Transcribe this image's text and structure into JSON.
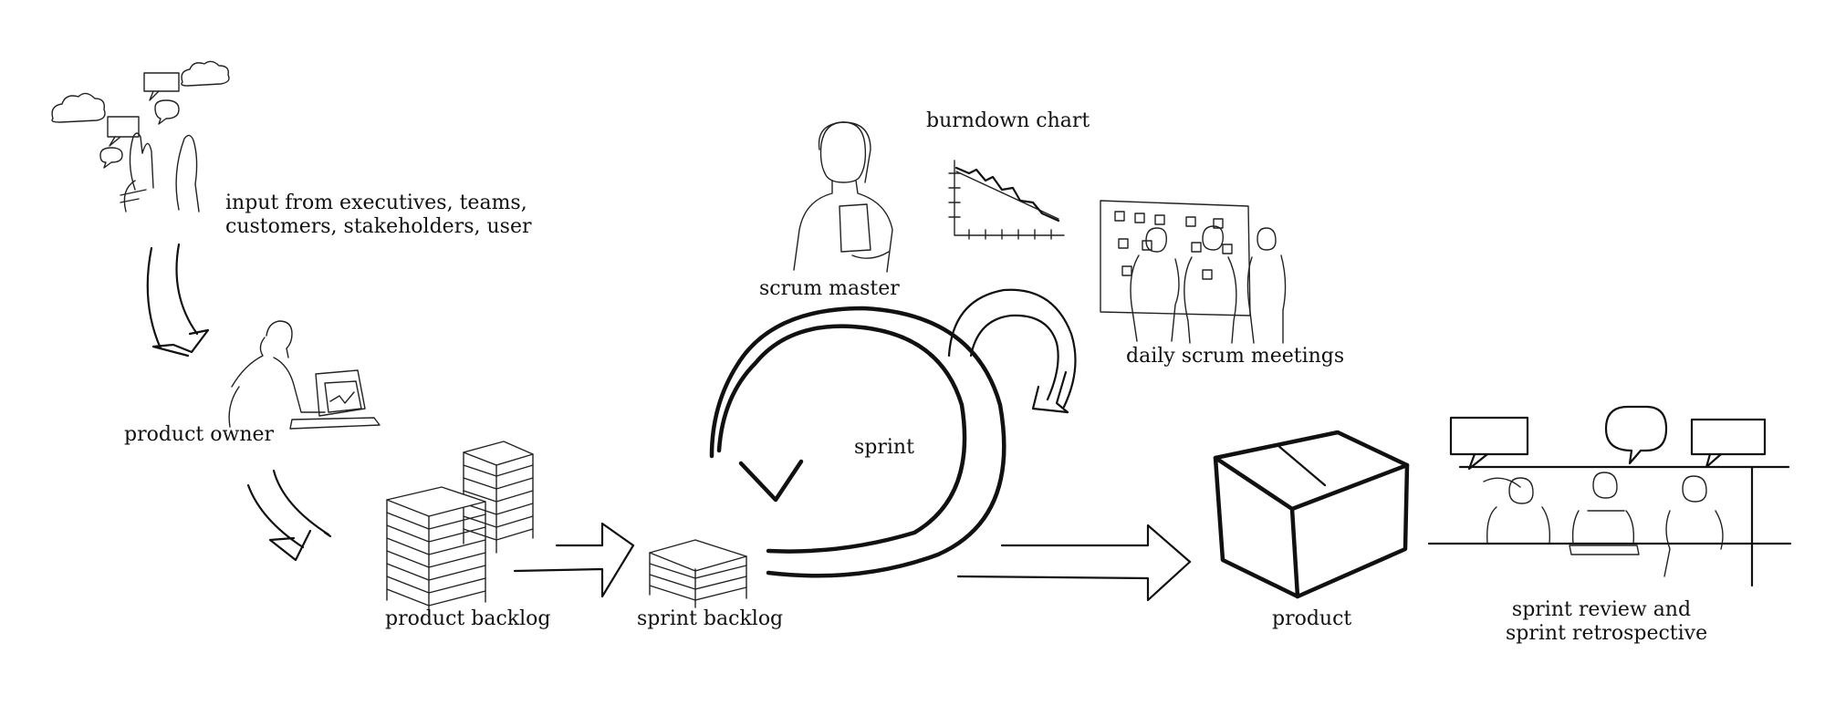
{
  "labels": {
    "input": [
      "input from executives, teams,",
      "customers, stakeholders, user"
    ],
    "product_owner": "product owner",
    "product_backlog": "product backlog",
    "sprint_backlog": "sprint backlog",
    "scrum_master": "scrum master",
    "burndown_chart": "burndown chart",
    "daily_scrum": "daily scrum meetings",
    "sprint": "sprint",
    "product": "product",
    "review": [
      "sprint review and",
      "sprint retrospective"
    ]
  },
  "colors": {
    "ink": "#111111",
    "background": "#ffffff"
  }
}
